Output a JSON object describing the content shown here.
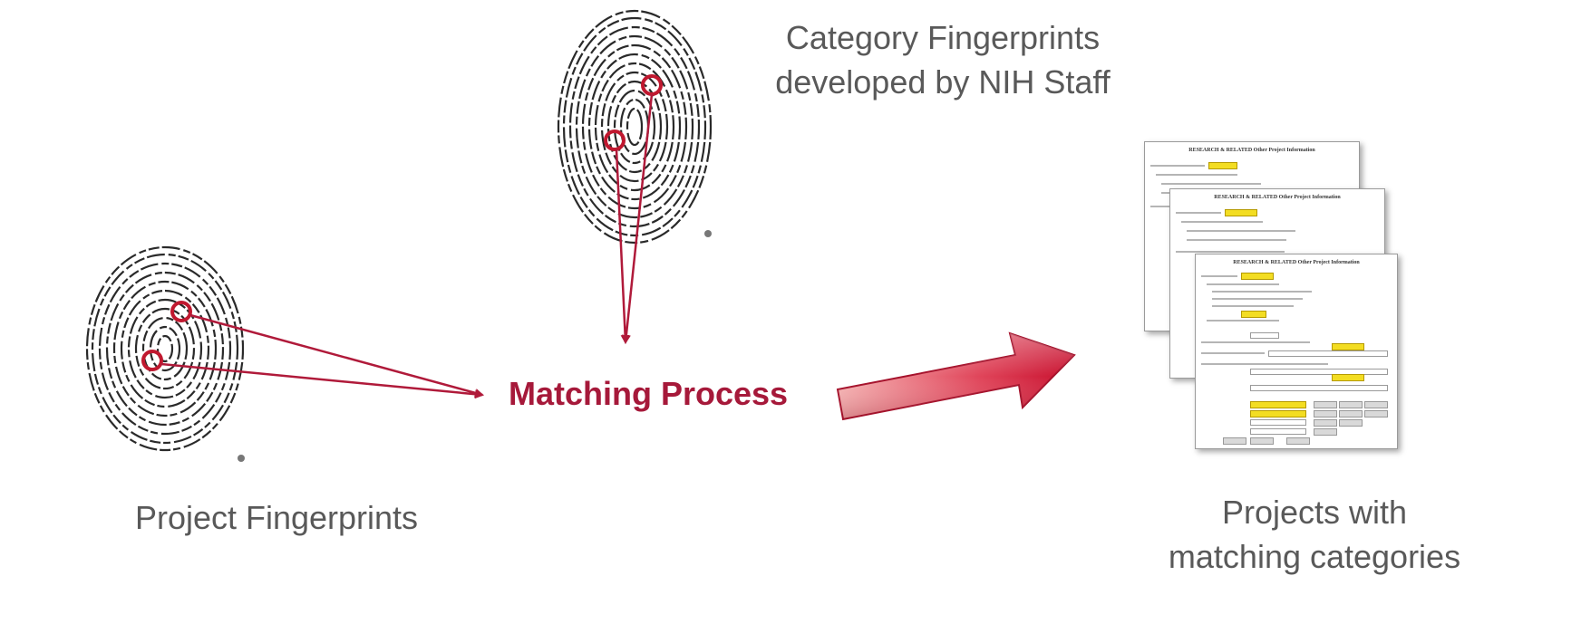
{
  "labels": {
    "category_line1": "Category Fingerprints",
    "category_line2": "developed by NIH Staff",
    "project": "Project Fingerprints",
    "matching_process": "Matching Process",
    "result_line1": "Projects with",
    "result_line2": "matching categories"
  },
  "forms": {
    "title": "RESEARCH & RELATED Other Project Information"
  },
  "colors": {
    "label_gray": "#595959",
    "process_red": "#a6193a",
    "arrow_red": "#b01a3a",
    "circle_red": "#c0182f",
    "big_arrow_light": "#f4a5a5",
    "big_arrow_dark": "#c8102e"
  },
  "icons": {
    "fingerprint": "fingerprint-icon",
    "form": "document-form-icon"
  }
}
